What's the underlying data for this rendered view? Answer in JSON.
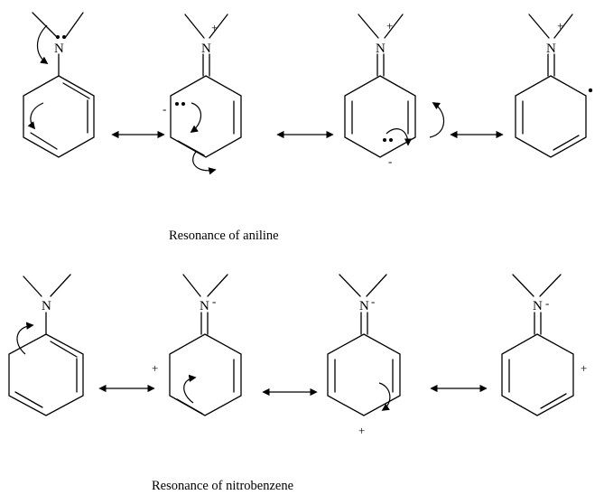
{
  "captions": {
    "top": "Resonance of aniline",
    "bottom": "Resonance of nitrobenzene"
  },
  "atoms": {
    "nitrogen": "N"
  },
  "charges": {
    "plus": "+",
    "minus": "-"
  },
  "glyphs": {
    "lone_pair_icon": "lone-pair-dots",
    "radical_icon": "radical-dot",
    "curved_arrow_icon": "curved-arrow",
    "resonance_arrow_icon": "double-headed-arrow"
  }
}
